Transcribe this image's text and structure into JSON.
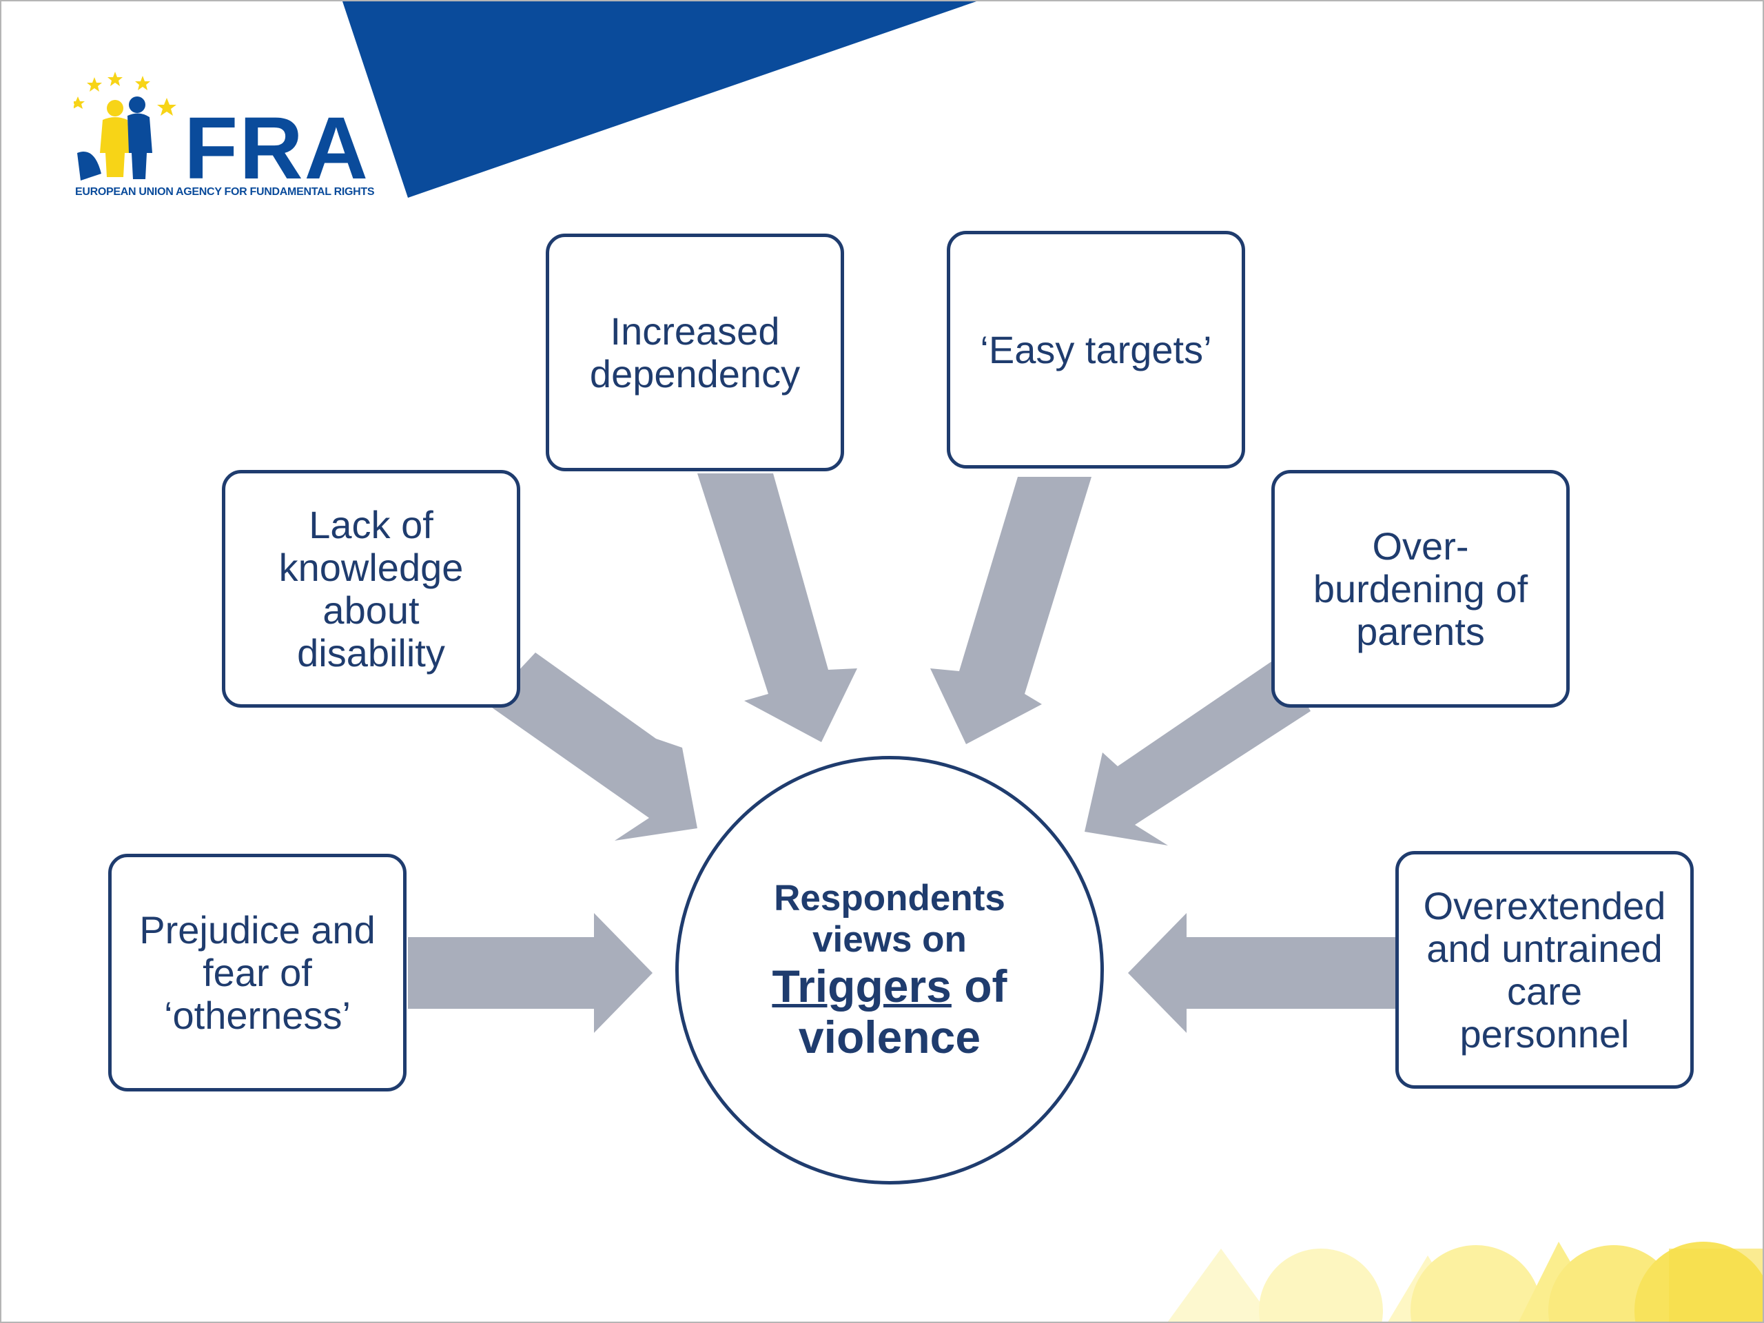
{
  "logo": {
    "name": "FRA",
    "subtitle": "EUROPEAN UNION AGENCY FOR FUNDAMENTAL RIGHTS"
  },
  "center": {
    "line1": "Respondents",
    "line2": "views on",
    "emph": "Triggers",
    "after_emph": " of",
    "line4": "violence"
  },
  "boxes": {
    "prejudice": [
      "Prejudice and",
      "fear of",
      "‘otherness’"
    ],
    "lack_of_knowledge": [
      "Lack of",
      "knowledge",
      "about",
      "disability"
    ],
    "increased_dependency": [
      "Increased",
      "dependency"
    ],
    "easy_targets": [
      "‘Easy targets’"
    ],
    "overburdening": [
      "Over-",
      "burdening of",
      "parents"
    ],
    "overextended": [
      "Overextended",
      "and untrained",
      "care",
      "personnel"
    ]
  },
  "colors": {
    "primary_navy": "#1f3c6e",
    "banner_blue": "#0a4b9b",
    "arrow_grey": "#a9aebb",
    "logo_yellow": "#f7d417",
    "watermark_yellow": "#fdf6b5"
  }
}
